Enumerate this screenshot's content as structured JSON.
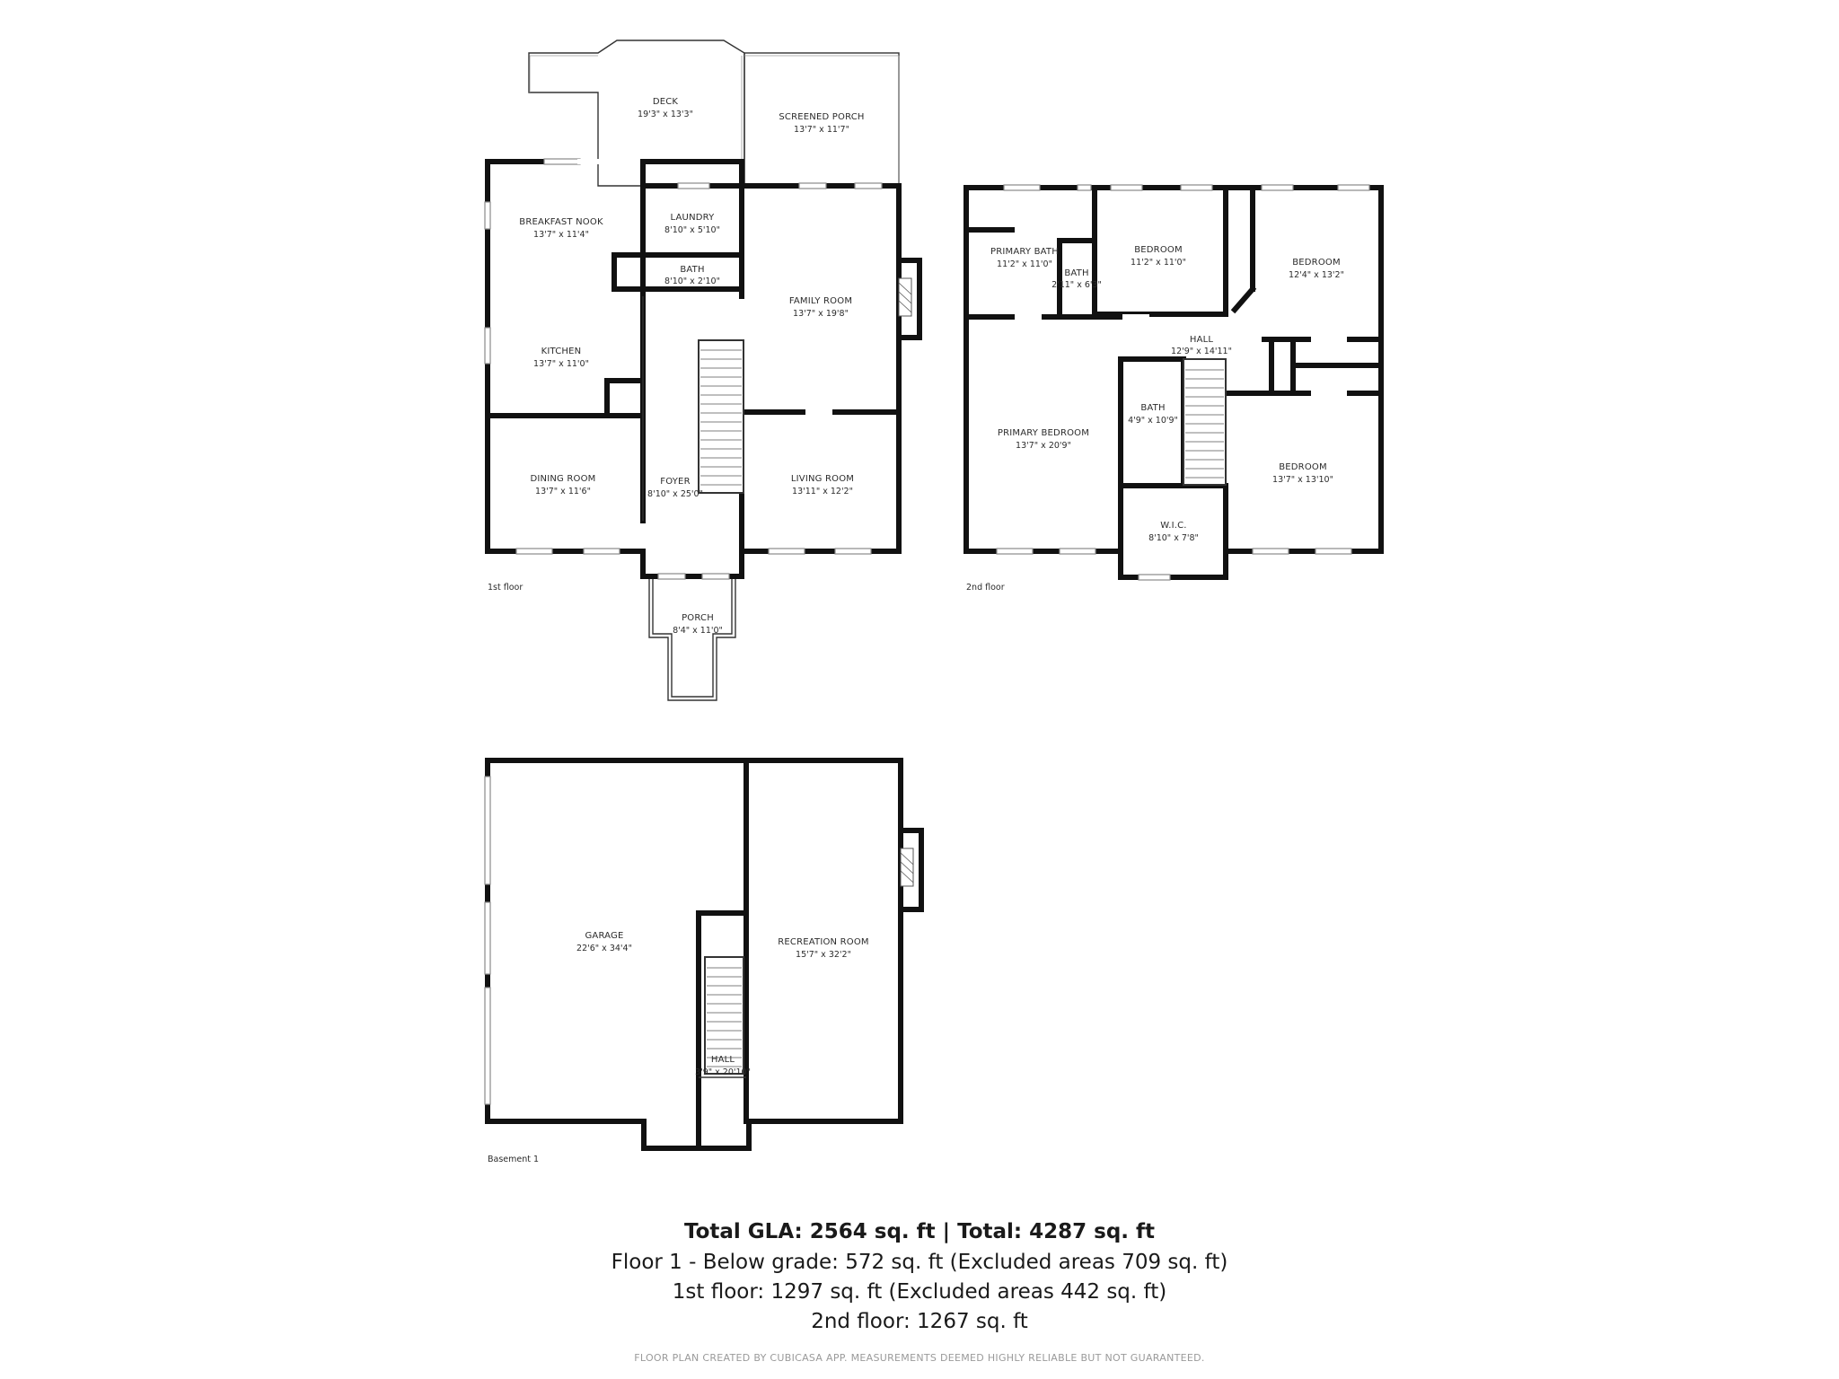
{
  "floors": {
    "first": {
      "label": "1st floor",
      "rooms": [
        {
          "name": "DECK",
          "dims": "19'3\" x 13'3\""
        },
        {
          "name": "SCREENED PORCH",
          "dims": "13'7\" x 11'7\""
        },
        {
          "name": "BREAKFAST NOOK",
          "dims": "13'7\" x 11'4\""
        },
        {
          "name": "LAUNDRY",
          "dims": "8'10\" x 5'10\""
        },
        {
          "name": "BATH",
          "dims": "8'10\" x 2'10\""
        },
        {
          "name": "FAMILY ROOM",
          "dims": "13'7\" x 19'8\""
        },
        {
          "name": "KITCHEN",
          "dims": "13'7\" x 11'0\""
        },
        {
          "name": "DINING ROOM",
          "dims": "13'7\" x 11'6\""
        },
        {
          "name": "FOYER",
          "dims": "8'10\" x 25'0\""
        },
        {
          "name": "LIVING ROOM",
          "dims": "13'11\" x 12'2\""
        },
        {
          "name": "PORCH",
          "dims": "8'4\" x 11'0\""
        }
      ]
    },
    "second": {
      "label": "2nd floor",
      "rooms": [
        {
          "name": "PRIMARY BATH",
          "dims": "11'2\" x 11'0\""
        },
        {
          "name": "BATH",
          "dims": "2'11\" x 6'3\""
        },
        {
          "name": "BEDROOM",
          "dims": "11'2\" x 11'0\""
        },
        {
          "name": "BEDROOM",
          "dims": "12'4\" x 13'2\""
        },
        {
          "name": "HALL",
          "dims": "12'9\" x 14'11\""
        },
        {
          "name": "BATH",
          "dims": "4'9\" x 10'9\""
        },
        {
          "name": "PRIMARY BEDROOM",
          "dims": "13'7\" x 20'9\""
        },
        {
          "name": "BEDROOM",
          "dims": "13'7\" x 13'10\""
        },
        {
          "name": "W.I.C.",
          "dims": "8'10\" x 7'8\""
        }
      ]
    },
    "basement": {
      "label": "Basement 1",
      "rooms": [
        {
          "name": "GARAGE",
          "dims": "22'6\" x 34'4\""
        },
        {
          "name": "RECREATION ROOM",
          "dims": "15'7\" x 32'2\""
        },
        {
          "name": "HALL",
          "dims": "3'9\" x 20'10\""
        }
      ]
    }
  },
  "totals": {
    "headline": "Total GLA: 2564 sq. ft | Total: 4287 sq. ft",
    "line1": "Floor 1 - Below grade: 572 sq. ft (Excluded areas 709 sq. ft)",
    "line2": "1st floor: 1297 sq. ft (Excluded areas 442 sq. ft)",
    "line3": "2nd floor: 1267 sq. ft"
  },
  "footer": "FLOOR PLAN CREATED BY CUBICASA APP. MEASUREMENTS DEEMED HIGHLY RELIABLE BUT NOT GUARANTEED."
}
